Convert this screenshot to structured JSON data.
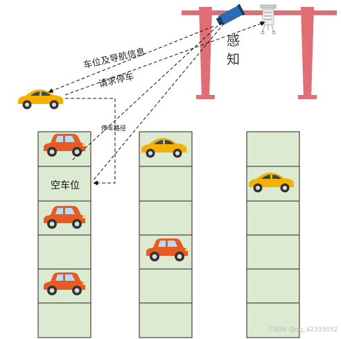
{
  "labels": {
    "nav_info": "车位及导航信息",
    "request_parking": "请求停车",
    "parking_path": "停车路径",
    "empty_spot": "空车位",
    "sense_1": "感",
    "sense_2": "知",
    "watermark": "CSDN @qq_42335052"
  },
  "colors": {
    "gantry": "#df6f74",
    "slot_fill": "#dbead0",
    "slot_border": "#222222",
    "yellow_car": "#f6b000",
    "red_car": "#e85a24",
    "camera": "#2a6db5"
  },
  "lot": {
    "columns": [
      {
        "slots": [
          "red-car",
          "empty",
          "red-car",
          "free",
          "red-car",
          "free"
        ]
      },
      {
        "slots": [
          "yellow-car",
          "free",
          "free",
          "red-car",
          "free",
          "free"
        ]
      },
      {
        "slots": [
          "free",
          "yellow-car",
          "free",
          "free",
          "free",
          "free"
        ]
      }
    ]
  }
}
